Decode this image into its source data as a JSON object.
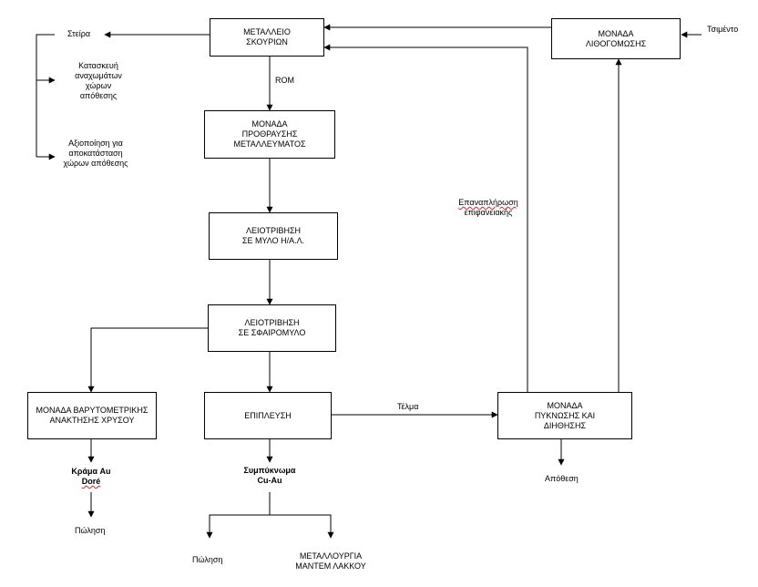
{
  "boxes": {
    "metalleio": "ΜΕΤΑΛΛΕΙΟ\nΣΚΟΥΡΙΩΝ",
    "lithogomosi": "ΜΟΝΑΔΑ\nΛΙΘΟΓΟΜΩΣΗΣ",
    "protheafsi": "ΜΟΝΑΔΑ\nΠΡΟΘΡΑΥΣΗΣ\nΜΕΤΑΛΛΕΥΜΑΤΟΣ",
    "leiotrivisi_ha": "ΛΕΙΟΤΡΙΒΗΣΗ\nΣΕ ΜΥΛΟ Η/Α.Λ.",
    "leiotrivisi_sfairo": "ΛΕΙΟΤΡΙΒΗΣΗ\nΣΕ ΣΦΑΙΡΟΜΥΛΟ",
    "varytometriki": "ΜΟΝΑΔΑ ΒΑΡΥΤΟΜΕΤΡΙΚΗΣ\nΑΝΑΚΤΗΣΗΣ ΧΡΥΣΟΥ",
    "epiplefsi": "ΕΠΙΠΛΕΥΣΗ",
    "pyknosi": "ΜΟΝΑΔΑ\nΠΥΚΝΩΣΗΣ  ΚΑΙ\nΔΙΗΘΗΣΗΣ"
  },
  "labels": {
    "tsimento": "Τσιμέντο",
    "steira": "Στείρα",
    "kataskevi": "Κατασκευή\nαναχωμάτων\nχώρων\nαπόθεσης",
    "axiopoiisi": "Αξιοποίηση για\nαποκατάσταση\nχώρων απόθεσης",
    "rom": "ROM",
    "epanaplirosi_word": "Επαναπλήρωση",
    "epanaplirosi_rest": "επιφανειακής",
    "telma": "Τέλμα",
    "krama_a": "Κράμα Au",
    "krama_b": "Doré",
    "sympyknoma": "Συμπύκνωμα\nCu-Au",
    "polisi_1": "Πώληση",
    "polisi_2": "Πώληση",
    "metallourgia": "ΜΕΤΑΛΛΟΥΡΓΙΑ\nΜΑΝΤΕΜ ΛΑΚΚΟΥ",
    "apothesi": "Απόθεση"
  },
  "colors": {
    "line": "#000000",
    "spellcheck_underline": "#d22222"
  }
}
